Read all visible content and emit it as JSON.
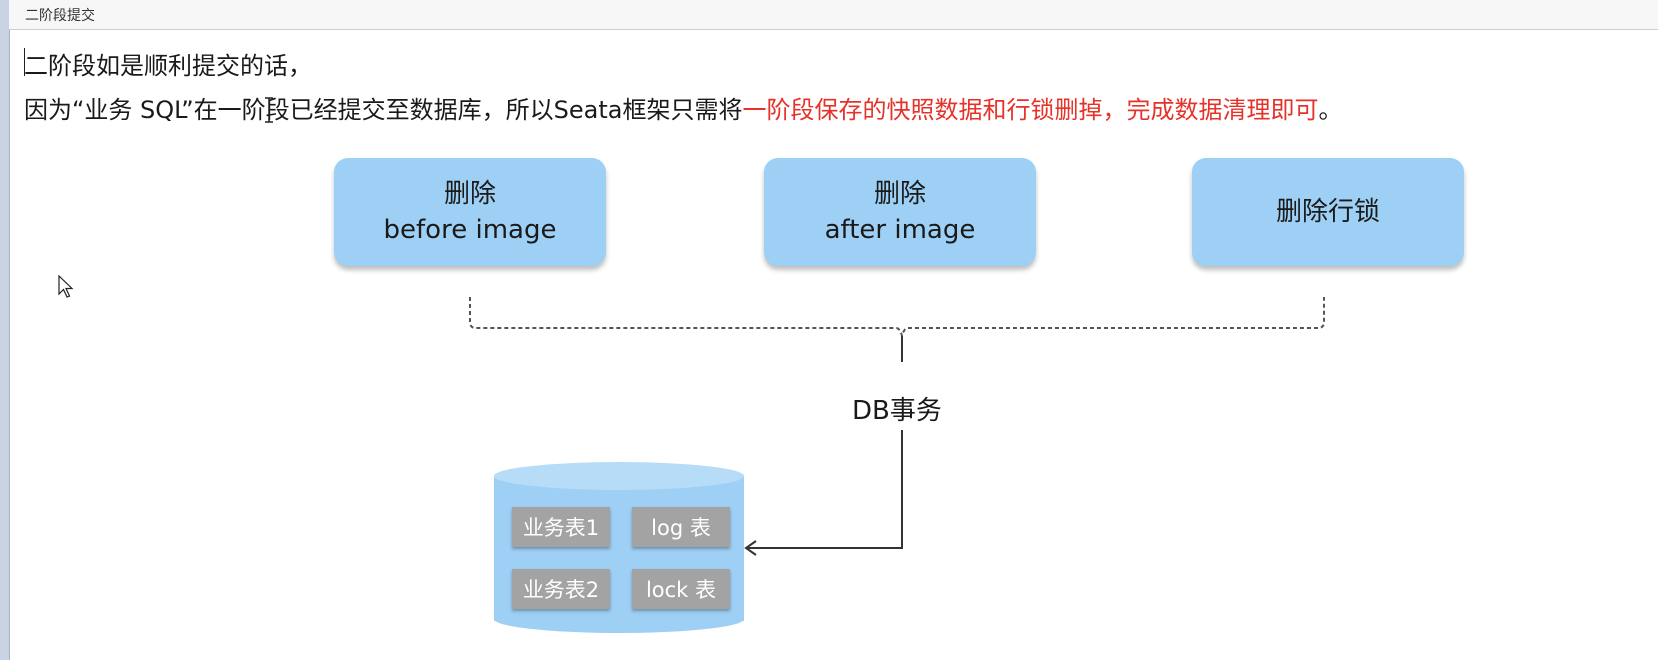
{
  "tab": {
    "title": "二阶段提交"
  },
  "text": {
    "line1": "二阶段如是顺利提交的话，",
    "line2_normal": "因为“业务 SQL”在一阶段已经提交至数据库，所以Seata框架只需将",
    "line2_highlight": "一阶段保存的快照数据和行锁删掉，完成数据清理即可",
    "line2_end": "。"
  },
  "diagram": {
    "actions": [
      {
        "line1": "删除",
        "line2": "before image"
      },
      {
        "line1": "删除",
        "line2": "after image"
      },
      {
        "line1": "删除行锁",
        "line2": ""
      }
    ],
    "db_transaction_label": "DB事务",
    "tables": [
      "业务表1",
      "log 表",
      "业务表2",
      "lock 表"
    ]
  },
  "colors": {
    "box": "#9ecff4",
    "highlight": "#e5332a",
    "chip": "#a3a3a3"
  },
  "icons": {
    "cursor": "mouse-pointer-icon",
    "ibeam": "text-cursor-icon"
  }
}
